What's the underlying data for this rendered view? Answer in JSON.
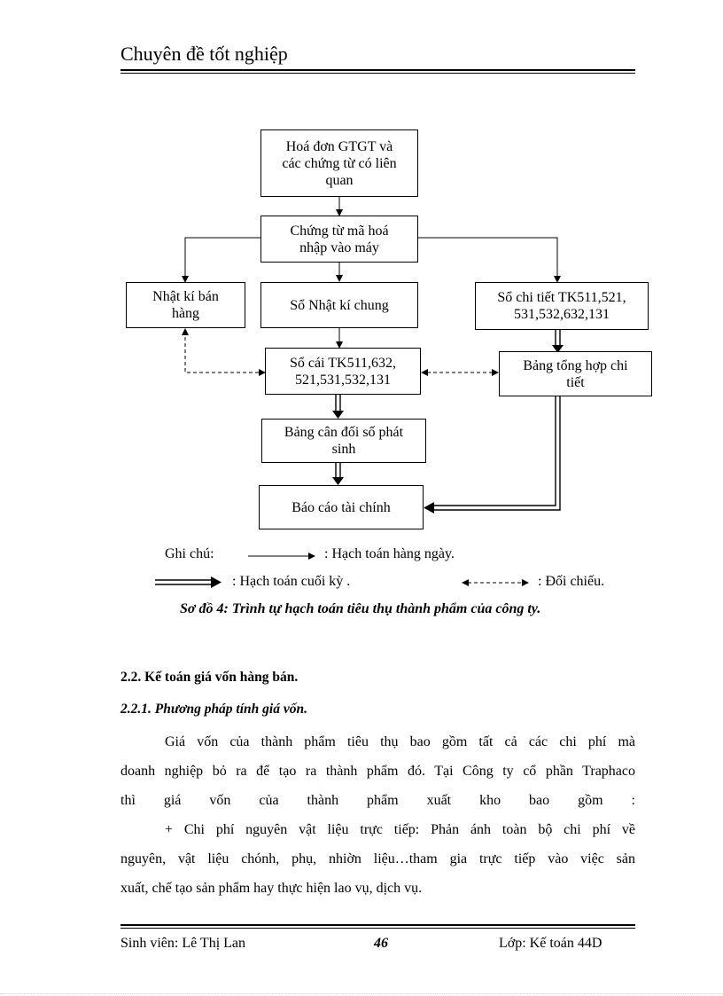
{
  "header": {
    "title": "Chuyên đề tốt nghiệp"
  },
  "diagram": {
    "boxes": {
      "invoice": [
        "Hoá đơn GTGT và",
        "các chứng từ có liên",
        "quan"
      ],
      "encode": [
        "Chứng từ mã hoá",
        "nhập vào máy"
      ],
      "sales_journal": [
        "Nhật kí bán",
        "hàng"
      ],
      "general_journal": [
        "Sổ Nhật kí chung"
      ],
      "detail_ledger": [
        "Sổ chi tiết TK511,521,",
        "531,532,632,131"
      ],
      "ledger": [
        "Sổ cái TK511,632,",
        "521,531,532,131"
      ],
      "summary": [
        "Bảng tổng hợp chi",
        "tiết"
      ],
      "trial_balance": [
        "Bảng cân đối số phát",
        "sinh"
      ],
      "financial_report": [
        "Báo cáo tài chính"
      ]
    },
    "legend": {
      "label": "Ghi chú:",
      "daily": ": Hạch toán hàng ngày.",
      "period_end": ": Hạch toán cuối kỳ .",
      "reconcile": ": Đối chiếu."
    },
    "caption": "Sơ đồ 4: Trình tự hạch toán tiêu thụ thành phẩm của công ty."
  },
  "section": {
    "heading": "2.2. Kế toán giá vốn hàng bán.",
    "subheading": "2.2.1. Phương pháp tính giá vốn.",
    "p1_lines": [
      "Giá vốn của thành phẩm tiêu thụ bao gồm tất cả các chi phí mà",
      "doanh nghiệp bỏ ra để tạo ra thành phẩm đó. Tại Công ty cổ phần Traphaco",
      "thì giá vốn của thành phẩm xuất kho bao gồm :"
    ],
    "p2_lines": [
      "+ Chi phí nguyên vật liệu trực tiếp: Phản ánh toàn bộ chi phí về",
      "nguyên, vật liệu chónh, phụ, nhiờn liệu…tham gia trực tiếp vào việc sản",
      "xuất, chế tạo sản phẩm hay thực hiện lao vụ, dịch vụ."
    ]
  },
  "footer": {
    "student": "Sinh viên: Lê Thị Lan",
    "page_number": "46",
    "class": "Lớp: Kế toán 44D"
  }
}
